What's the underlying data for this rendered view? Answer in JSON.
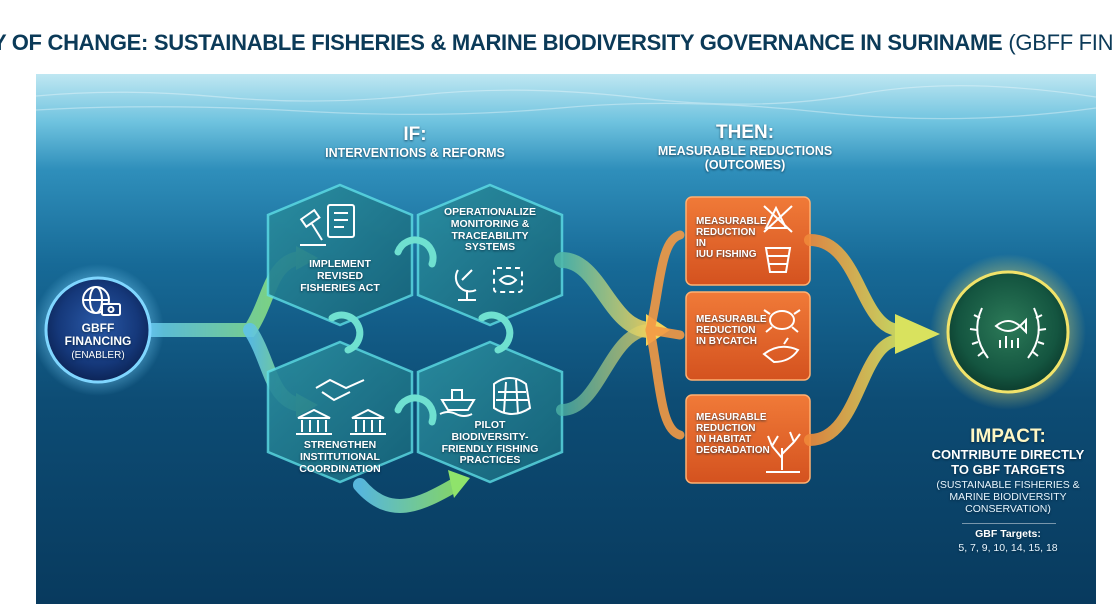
{
  "title": {
    "main": "THEORY OF CHANGE: SUSTAINABLE FISHERIES & MARINE BIODIVERSITY GOVERNANCE IN SURINAME",
    "suffix": "(GBFF FINANCED)"
  },
  "if_section": {
    "heading": "IF:",
    "subheading": "INTERVENTIONS & REFORMS",
    "interventions": [
      "IMPLEMENT\nREVISED\nFISHERIES ACT",
      "OPERATIONALIZE\nMONITORING &\nTRACEABILITY\nSYSTEMS",
      "STRENGTHEN\nINSTITUTIONAL\nCOORDINATION",
      "PILOT\nBIODIVERSITY-\nFRIENDLY FISHING\nPRACTICES"
    ]
  },
  "then_section": {
    "heading": "THEN:",
    "subheading": "MEASURABLE REDUCTIONS\n(OUTCOMES)",
    "outcomes": [
      "MEASURABLE\nREDUCTION IN\nIUU FISHING",
      "MEASURABLE\nREDUCTION\nIN BYCATCH",
      "MEASURABLE\nREDUCTION\nIN HABITAT\nDEGRADATION"
    ]
  },
  "financing": {
    "label": "GBFF\nFINANCING",
    "sublabel": "(ENABLER)"
  },
  "impact": {
    "title": "IMPACT:",
    "text": "CONTRIBUTE DIRECTLY\nTO GBF TARGETS",
    "subtext": "(SUSTAINABLE FISHERIES &\nMARINE BIODIVERSITY\nCONSERVATION)",
    "targets_label": "GBF Targets:",
    "targets_values": "5, 7, 9, 10, 14, 15, 18"
  },
  "icons": {
    "financing": "globe-money-icon",
    "interventions": [
      "gavel-document-icon",
      "satellite-fish-icon",
      "handshake-building-icon",
      "boat-net-icon"
    ],
    "outcomes": [
      "no-fishing-icon",
      "turtle-dolphin-icon",
      "coral-icon"
    ],
    "impact": "laurel-fish-icon"
  },
  "colors": {
    "title_text": "#0b3a58",
    "hexagon_fill": "#1f7c8f",
    "outcome_fill": "#e8662a",
    "impact_glow": "#f1e36a",
    "arrow_green": "#8fe36b"
  }
}
